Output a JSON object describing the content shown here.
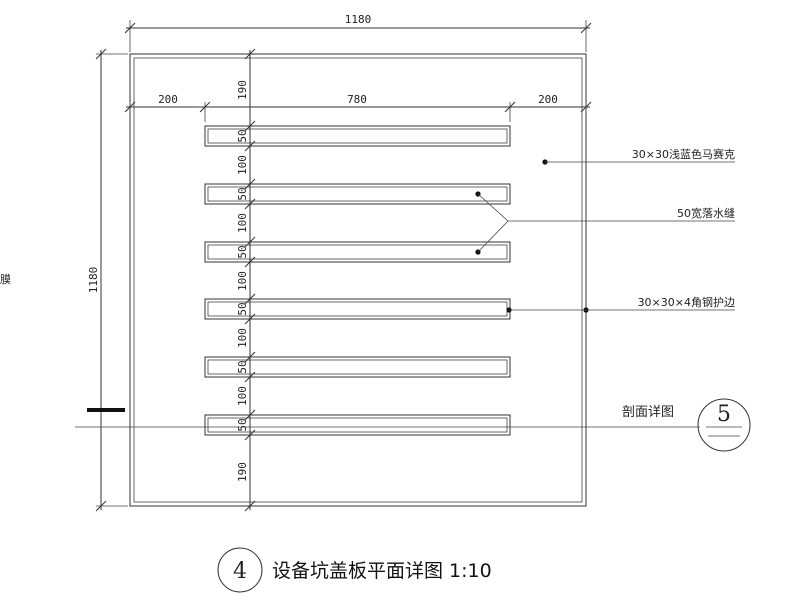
{
  "dimensions": {
    "top_overall": "1180",
    "left_overall": "1180",
    "left_margin": "200",
    "center_span": "780",
    "right_margin": "200",
    "top_offset": "190",
    "bottom_offset": "190",
    "slot_width": "50",
    "slot_gap": "100"
  },
  "annotations": {
    "mosaic": "30×30浅蓝色马赛克",
    "drain_slot": "50宽落水缝",
    "angle_steel": "30×30×4角钢护边",
    "left_edge_fragment": "膜"
  },
  "section": {
    "label": "剖面详图",
    "number": "5"
  },
  "title": {
    "number": "4",
    "text": "设备坑盖板平面详图 1:10"
  }
}
